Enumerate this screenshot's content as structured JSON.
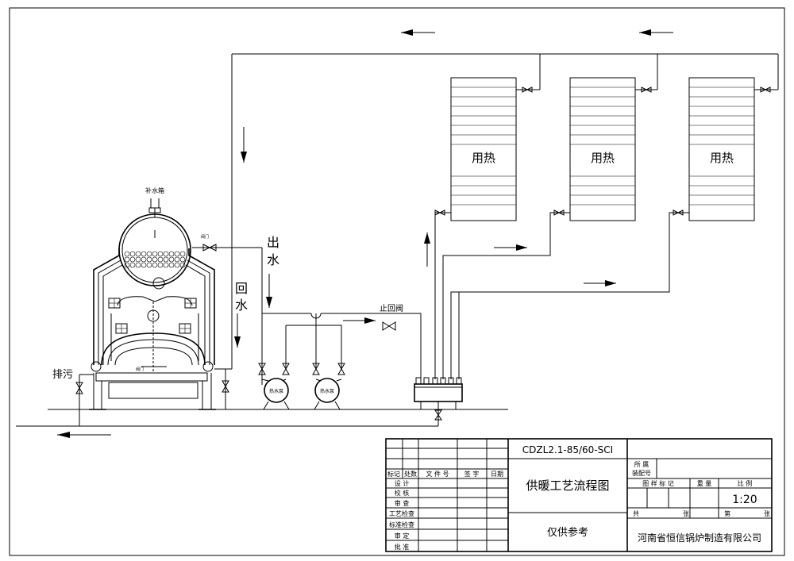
{
  "labels": {
    "use_heat": "用热",
    "makeup_tank": "补水箱",
    "outlet_line1": "出",
    "outlet_line2": "水",
    "return_line1": "回",
    "return_line2": "水",
    "blowdown": "排污",
    "check_valve": "止回阀",
    "pump": "热水泵",
    "small_valve": "阀门",
    "small_valve2": "阀门"
  },
  "title_block": {
    "drawing_number": "CDZL2.1-85/60-SCI",
    "drawing_title": "供暖工艺流程图",
    "note": "仅供参考",
    "company": "河南省恒信锅炉制造有限公司",
    "belongs_line1": "所  属",
    "belongs_line2": "装配号",
    "drawing_mark": "图  样  标  记",
    "weight": "重 量",
    "scale_label": "比 例",
    "scale_value": "1:20",
    "total_label": "共",
    "sheet_label": "张",
    "page_label": "第",
    "page_sheet_label": "张",
    "rev_headers": [
      "标记",
      "处数",
      "文 件 号",
      "签 字",
      "日期"
    ],
    "roles": [
      "设 计",
      "校 核",
      "审 查",
      "工艺检查",
      "标准检查",
      "审 定",
      "批 准"
    ]
  }
}
